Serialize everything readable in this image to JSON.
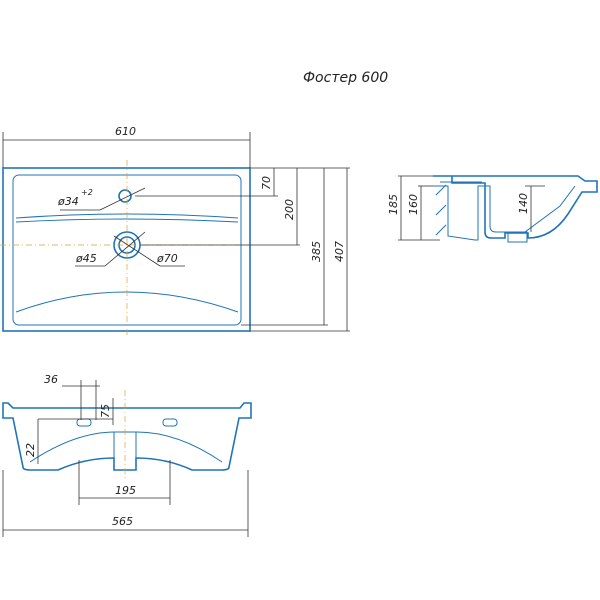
{
  "title": "Фостер 600",
  "dimensions": {
    "overall_width": "610",
    "tap_hole_diameter": "ø34",
    "tap_hole_tolerance": "+2",
    "tap_offset": "70",
    "drain_offset": "200",
    "bowl_length": "385",
    "overall_depth": "407",
    "drain_diameter": "ø45",
    "drain_flange_diameter": "ø70",
    "side_height": "185",
    "side_height_inner": "160",
    "bowl_depth": "140",
    "mount_spacing": "36",
    "mount_offset": "75",
    "lip_height": "22",
    "cutout_width": "195",
    "bottom_width": "565"
  },
  "colors": {
    "outline": "#1f74b8",
    "dimension": "#333333",
    "axis": "#e0a030"
  }
}
